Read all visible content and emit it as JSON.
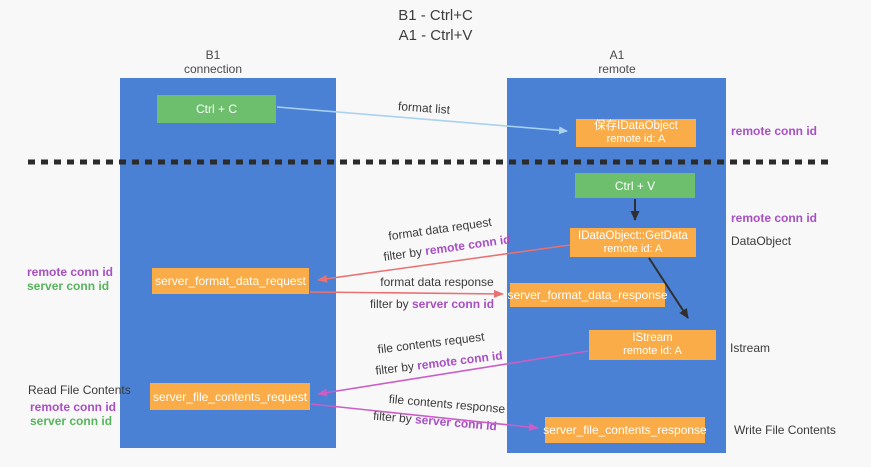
{
  "title": {
    "line1": "B1 - Ctrl+C",
    "line2": "A1 - Ctrl+V"
  },
  "left_column": {
    "header1": "B1",
    "header2": "connection"
  },
  "right_column": {
    "header1": "A1",
    "header2": "remote"
  },
  "boxes": {
    "ctrl_c": "Ctrl + C",
    "save_obj1": "保存IDataObject",
    "save_obj2": "remote id: A",
    "ctrl_v": "Ctrl + V",
    "getdata1": "IDataObject::GetData",
    "getdata2": "remote id: A",
    "fmt_req": "server_format_data_request",
    "fmt_resp": "server_format_data_response",
    "istream1": "IStream",
    "istream2": "remote id: A",
    "file_req": "server_file_contents_request",
    "file_resp": "server_file_contents_response"
  },
  "arrow_labels": {
    "format_list": "format list",
    "fmt_req_label": "format data request",
    "fmt_req_filter_prefix": "filter by ",
    "fmt_req_filter_id": "remote conn id",
    "fmt_resp_label": "format data response",
    "fmt_resp_filter_prefix": "filter by ",
    "fmt_resp_filter_id": "server conn id",
    "file_req_label": "file contents request",
    "file_req_filter_prefix": "filter by ",
    "file_req_filter_id": "remote conn id",
    "file_resp_label": "file contents response",
    "file_resp_filter_prefix": "filter by ",
    "file_resp_filter_id": "server conn id"
  },
  "side_labels": {
    "right_top_conn": "remote conn id",
    "right_mid_conn": "remote conn id",
    "right_dataobject": "DataObject",
    "right_istream": "Istream",
    "right_write": "Write File Contents",
    "left_remote1": "remote conn id",
    "left_server1": "server conn id",
    "left_read": "Read File Contents",
    "left_remote2": "remote conn id",
    "left_server2": "server conn id"
  },
  "colors": {
    "column_blue": "#4a81d4",
    "box_orange": "#f9ac48",
    "box_green": "#6dbf6e",
    "purple_text": "#a84fc4",
    "green_text": "#56b55c",
    "red_arrow": "#e87173",
    "magenta_arrow": "#cb5ec6",
    "lightblue_arrow": "#a9d2ee",
    "black_arrow": "#2f2f2f",
    "background": "#f8f8f9"
  }
}
